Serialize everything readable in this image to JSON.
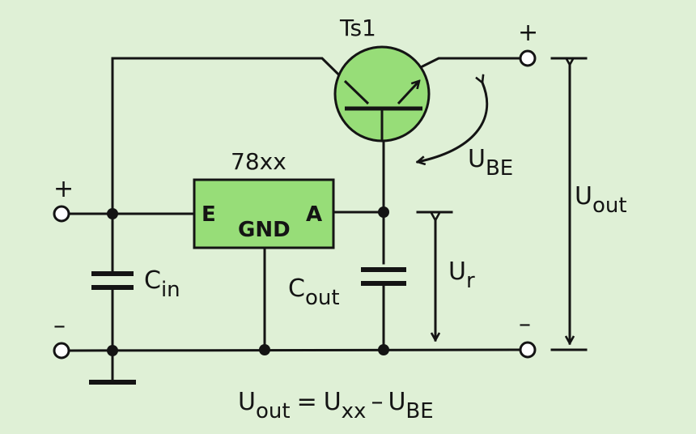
{
  "transistor": {
    "label": "Ts1"
  },
  "regulator": {
    "label": "78xx",
    "pin_in": "E",
    "pin_gnd": "GND",
    "pin_out": "A"
  },
  "input": {
    "plus": "+",
    "minus": "–"
  },
  "output": {
    "plus": "+",
    "minus": "–"
  },
  "capacitors": {
    "cin": {
      "main": "C",
      "sub": "in"
    },
    "cout": {
      "main": "C",
      "sub": "out"
    }
  },
  "voltages": {
    "ube": {
      "main": "U",
      "sub": "BE"
    },
    "ur": {
      "main": "U",
      "sub": "r"
    },
    "uout": {
      "main": "U",
      "sub": "out"
    }
  },
  "formula": {
    "lhs_main": "U",
    "lhs_sub": "out",
    "eq": "=",
    "mid_main": "U",
    "mid_sub": "xx",
    "minus": "–",
    "rhs_main": "U",
    "rhs_sub": "BE"
  },
  "colors": {
    "background": "#dff0d6",
    "component_fill": "#97dd78",
    "line": "#141414"
  }
}
